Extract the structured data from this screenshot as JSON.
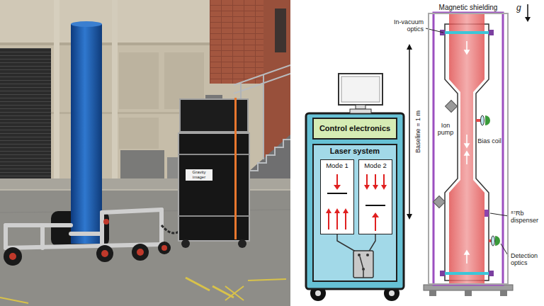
{
  "diagram": {
    "nodes": [
      {
        "text": [
          "Control electronics"
        ]
      },
      {
        "text": [
          "Laser system"
        ]
      },
      {
        "text": [
          "Mode 1"
        ],
        "in": 1
      },
      {
        "text": [
          "Mode 2"
        ],
        "in": 1
      },
      {
        "text": [
          "Magnetic shielding"
        ]
      }
    ],
    "labels": [
      "Gravity imager",
      "g",
      "In-vacuum optics",
      "Baseline = 1 m",
      "Ion pump",
      "Bias coil",
      "⁸⁷Rb dispenser",
      "Detection optics"
    ]
  }
}
